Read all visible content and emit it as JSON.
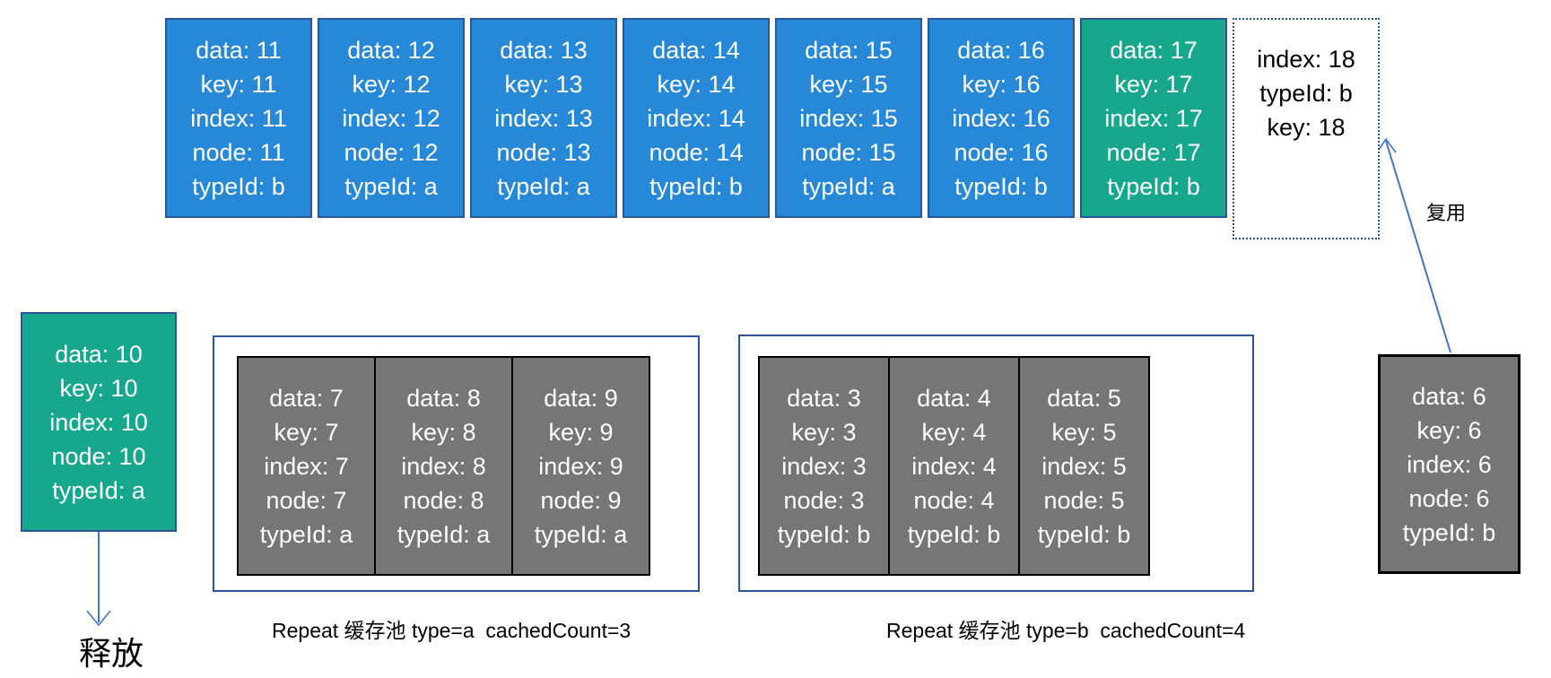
{
  "palette": {
    "blue": "#2788D8",
    "green": "#17A78C",
    "gray": "#767676",
    "border_blue": "#2A5699",
    "arrow_blue": "#4472C4",
    "text_light": "#FFFFFF",
    "text_dark": "#000000"
  },
  "top_row": {
    "cards": [
      {
        "id": "11",
        "variant": "blue",
        "lines": [
          "data: 11",
          "key: 11",
          "index: 11",
          "node: 11",
          "typeId: b"
        ]
      },
      {
        "id": "12",
        "variant": "blue",
        "lines": [
          "data: 12",
          "key: 12",
          "index: 12",
          "node: 12",
          "typeId: a"
        ]
      },
      {
        "id": "13",
        "variant": "blue",
        "lines": [
          "data: 13",
          "key: 13",
          "index: 13",
          "node: 13",
          "typeId: a"
        ]
      },
      {
        "id": "14",
        "variant": "blue",
        "lines": [
          "data: 14",
          "key: 14",
          "index: 14",
          "node: 14",
          "typeId: b"
        ]
      },
      {
        "id": "15",
        "variant": "blue",
        "lines": [
          "data: 15",
          "key: 15",
          "index: 15",
          "node: 15",
          "typeId: a"
        ]
      },
      {
        "id": "16",
        "variant": "blue",
        "lines": [
          "data: 16",
          "key: 16",
          "index: 16",
          "node: 16",
          "typeId: b"
        ]
      },
      {
        "id": "17",
        "variant": "green",
        "lines": [
          "data: 17",
          "key: 17",
          "index: 17",
          "node: 17",
          "typeId: b"
        ]
      }
    ],
    "placeholder": {
      "id": "18",
      "variant": "dotted",
      "lines": [
        "index: 18",
        "typeId: b",
        "key: 18"
      ]
    }
  },
  "released_card": {
    "id": "10",
    "variant": "green",
    "lines": [
      "data: 10",
      "key: 10",
      "index: 10",
      "node: 10",
      "typeId: a"
    ]
  },
  "reused_card": {
    "id": "6",
    "variant": "gray",
    "lines": [
      "data: 6",
      "key: 6",
      "index: 6",
      "node: 6",
      "typeId: b"
    ]
  },
  "pools": [
    {
      "title": "Repeat 缓存池 type=a  cachedCount=3",
      "cards": [
        {
          "id": "7",
          "lines": [
            "data: 7",
            "key: 7",
            "index: 7",
            "node: 7",
            "typeId: a"
          ]
        },
        {
          "id": "8",
          "lines": [
            "data: 8",
            "key: 8",
            "index: 8",
            "node: 8",
            "typeId: a"
          ]
        },
        {
          "id": "9",
          "lines": [
            "data: 9",
            "key: 9",
            "index: 9",
            "node: 9",
            "typeId: a"
          ]
        }
      ]
    },
    {
      "title": "Repeat 缓存池 type=b  cachedCount=4",
      "cards": [
        {
          "id": "3",
          "lines": [
            "data: 3",
            "key: 3",
            "index: 3",
            "node: 3",
            "typeId: b"
          ]
        },
        {
          "id": "4",
          "lines": [
            "data: 4",
            "key: 4",
            "index: 4",
            "node: 4",
            "typeId: b"
          ]
        },
        {
          "id": "5",
          "lines": [
            "data: 5",
            "key: 5",
            "index: 5",
            "node: 5",
            "typeId: b"
          ]
        }
      ]
    }
  ],
  "annotations": {
    "reuse": "复用",
    "release": "释放"
  }
}
